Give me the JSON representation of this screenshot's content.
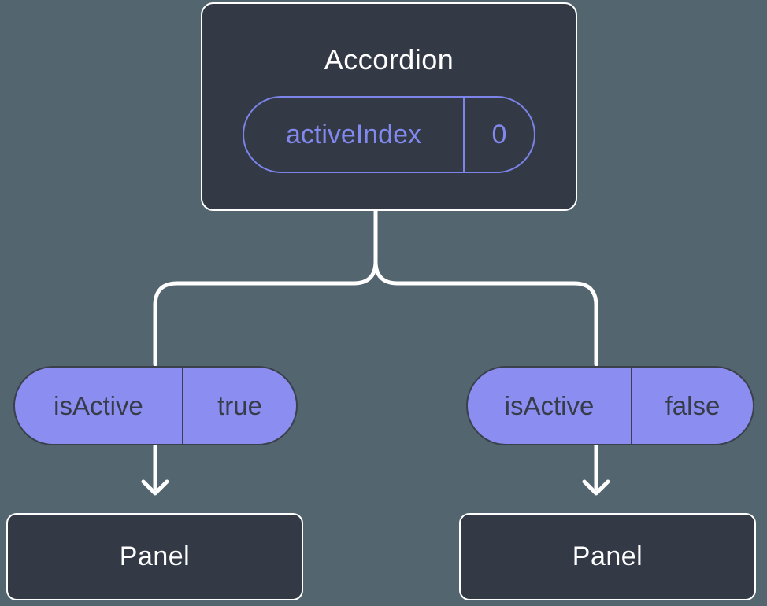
{
  "tree": {
    "root": {
      "title": "Accordion",
      "prop": {
        "label": "activeIndex",
        "value": "0"
      }
    },
    "children": [
      {
        "state": {
          "label": "isActive",
          "value": "true"
        },
        "node": {
          "title": "Panel"
        }
      },
      {
        "state": {
          "label": "isActive",
          "value": "false"
        },
        "node": {
          "title": "Panel"
        }
      }
    ]
  },
  "colors": {
    "background": "#53656F",
    "node_fill": "#333A46",
    "node_border": "#FFFFFF",
    "state_pill_fill": "#8B8EF0",
    "state_pill_border": "#3A404C",
    "prop_pill_accent": "#7C83E9",
    "prop_text": "#8289EE",
    "state_text": "#363C49",
    "title_text": "#FFFFFF",
    "connector": "#FFFFFF"
  }
}
